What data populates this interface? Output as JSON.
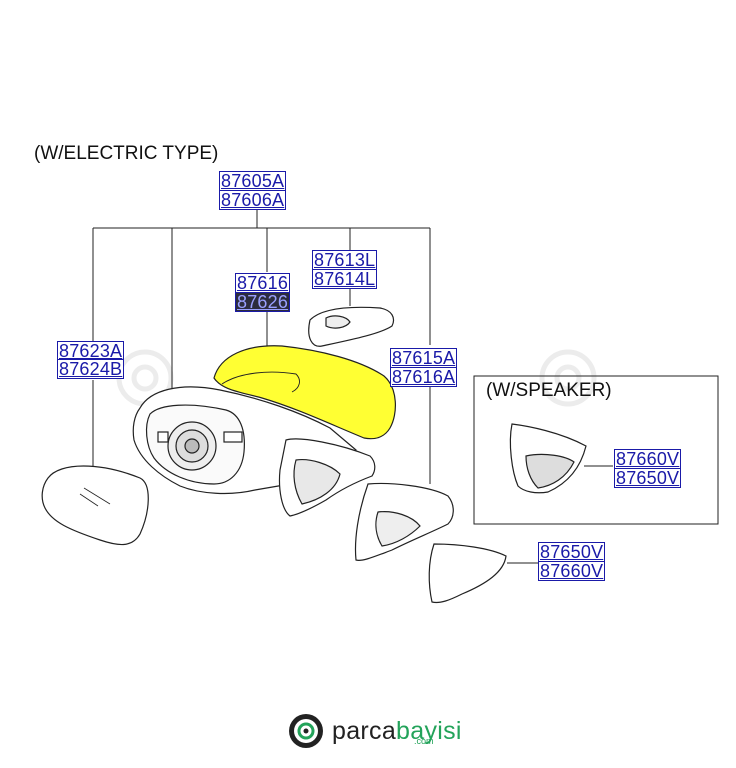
{
  "headings": {
    "electric_type": "(W/ELECTRIC TYPE)",
    "speaker": "(W/SPEAKER)"
  },
  "parts": {
    "p87605A": "87605A",
    "p87606A": "87606A",
    "p87613L": "87613L",
    "p87614L": "87614L",
    "p87616": "87616",
    "p87626": "87626",
    "p87623A": "87623A",
    "p87624B": "87624B",
    "p87615A": "87615A",
    "p87616A": "87616A",
    "sp87660V": "87660V",
    "sp87650V": "87650V",
    "b87650V": "87650V",
    "b87660V": "87660V"
  },
  "logo": {
    "text_a": "parca",
    "text_b": "bayisi",
    "sub": ".com"
  },
  "colors": {
    "highlight": "#ffff33",
    "label_blue": "#1a1aa8",
    "line": "#222222",
    "brand_green": "#23a35a"
  }
}
